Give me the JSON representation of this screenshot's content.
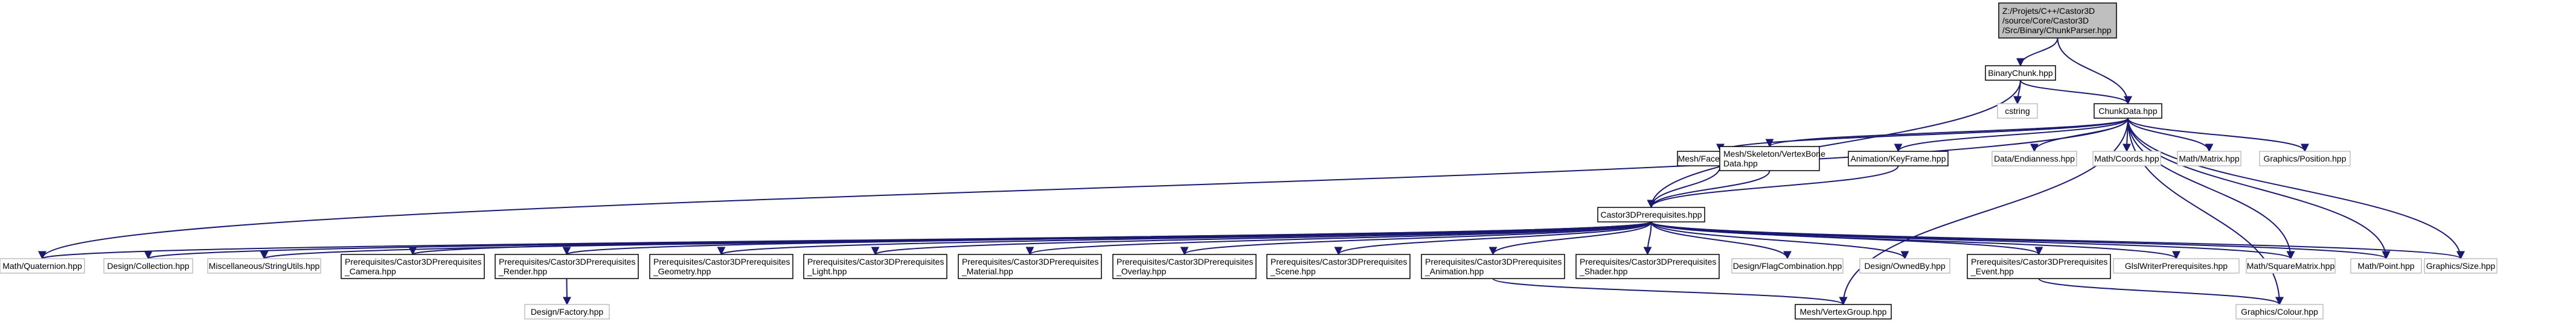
{
  "colors": {
    "edge": "#191970",
    "root_fill": "#bfbfbf",
    "node_border": "#000000",
    "external_border": "#bfbfbf"
  },
  "nodes": [
    {
      "id": "root",
      "lines": [
        "Z:/Projets/C++/Castor3D",
        "/source/Core/Castor3D",
        "/Src/Binary/ChunkParser.hpp"
      ],
      "kind": "root"
    },
    {
      "id": "binarychunk",
      "lines": [
        "BinaryChunk.hpp"
      ],
      "kind": "file"
    },
    {
      "id": "cstring",
      "lines": [
        "cstring"
      ],
      "kind": "external"
    },
    {
      "id": "chunkdata",
      "lines": [
        "ChunkData.hpp"
      ],
      "kind": "file"
    },
    {
      "id": "faceindices",
      "lines": [
        "Mesh/FaceIndices.hpp"
      ],
      "kind": "file"
    },
    {
      "id": "vertexbone",
      "lines": [
        "Mesh/Skeleton/VertexBone",
        "Data.hpp"
      ],
      "kind": "file"
    },
    {
      "id": "keyframe",
      "lines": [
        "Animation/KeyFrame.hpp"
      ],
      "kind": "file"
    },
    {
      "id": "endianness",
      "lines": [
        "Data/Endianness.hpp"
      ],
      "kind": "external"
    },
    {
      "id": "coords",
      "lines": [
        "Math/Coords.hpp"
      ],
      "kind": "external"
    },
    {
      "id": "matrix",
      "lines": [
        "Math/Matrix.hpp"
      ],
      "kind": "external"
    },
    {
      "id": "position",
      "lines": [
        "Graphics/Position.hpp"
      ],
      "kind": "external"
    },
    {
      "id": "prereq",
      "lines": [
        "Castor3DPrerequisites.hpp"
      ],
      "kind": "file"
    },
    {
      "id": "quaternion",
      "lines": [
        "Math/Quaternion.hpp"
      ],
      "kind": "external"
    },
    {
      "id": "collection",
      "lines": [
        "Design/Collection.hpp"
      ],
      "kind": "external"
    },
    {
      "id": "stringutils",
      "lines": [
        "Miscellaneous/StringUtils.hpp"
      ],
      "kind": "external"
    },
    {
      "id": "camera",
      "lines": [
        "Prerequisites/Castor3DPrerequisites",
        "_Camera.hpp"
      ],
      "kind": "file"
    },
    {
      "id": "render",
      "lines": [
        "Prerequisites/Castor3DPrerequisites",
        "_Render.hpp"
      ],
      "kind": "file"
    },
    {
      "id": "geometry",
      "lines": [
        "Prerequisites/Castor3DPrerequisites",
        "_Geometry.hpp"
      ],
      "kind": "file"
    },
    {
      "id": "light",
      "lines": [
        "Prerequisites/Castor3DPrerequisites",
        "_Light.hpp"
      ],
      "kind": "file"
    },
    {
      "id": "material",
      "lines": [
        "Prerequisites/Castor3DPrerequisites",
        "_Material.hpp"
      ],
      "kind": "file"
    },
    {
      "id": "overlay",
      "lines": [
        "Prerequisites/Castor3DPrerequisites",
        "_Overlay.hpp"
      ],
      "kind": "file"
    },
    {
      "id": "scene",
      "lines": [
        "Prerequisites/Castor3DPrerequisites",
        "_Scene.hpp"
      ],
      "kind": "file"
    },
    {
      "id": "animation",
      "lines": [
        "Prerequisites/Castor3DPrerequisites",
        "_Animation.hpp"
      ],
      "kind": "file"
    },
    {
      "id": "shader",
      "lines": [
        "Prerequisites/Castor3DPrerequisites",
        "_Shader.hpp"
      ],
      "kind": "file"
    },
    {
      "id": "flagcomb",
      "lines": [
        "Design/FlagCombination.hpp"
      ],
      "kind": "external"
    },
    {
      "id": "ownedby",
      "lines": [
        "Design/OwnedBy.hpp"
      ],
      "kind": "external"
    },
    {
      "id": "event",
      "lines": [
        "Prerequisites/Castor3DPrerequisites",
        "_Event.hpp"
      ],
      "kind": "file"
    },
    {
      "id": "glslwriter",
      "lines": [
        "GlslWriterPrerequisites.hpp"
      ],
      "kind": "external"
    },
    {
      "id": "squarematrix",
      "lines": [
        "Math/SquareMatrix.hpp"
      ],
      "kind": "external"
    },
    {
      "id": "point",
      "lines": [
        "Math/Point.hpp"
      ],
      "kind": "external"
    },
    {
      "id": "size",
      "lines": [
        "Graphics/Size.hpp"
      ],
      "kind": "external"
    },
    {
      "id": "factory",
      "lines": [
        "Design/Factory.hpp"
      ],
      "kind": "external"
    },
    {
      "id": "vertexgroup",
      "lines": [
        "Mesh/VertexGroup.hpp"
      ],
      "kind": "file"
    },
    {
      "id": "colour",
      "lines": [
        "Graphics/Colour.hpp"
      ],
      "kind": "external"
    }
  ],
  "edges": [
    [
      "root",
      "binarychunk"
    ],
    [
      "root",
      "chunkdata"
    ],
    [
      "binarychunk",
      "cstring"
    ],
    [
      "binarychunk",
      "chunkdata"
    ],
    [
      "binarychunk",
      "prereq"
    ],
    [
      "chunkdata",
      "faceindices"
    ],
    [
      "chunkdata",
      "vertexbone"
    ],
    [
      "chunkdata",
      "keyframe"
    ],
    [
      "chunkdata",
      "endianness"
    ],
    [
      "chunkdata",
      "coords"
    ],
    [
      "chunkdata",
      "matrix"
    ],
    [
      "chunkdata",
      "position"
    ],
    [
      "chunkdata",
      "quaternion"
    ],
    [
      "chunkdata",
      "squarematrix"
    ],
    [
      "chunkdata",
      "point"
    ],
    [
      "chunkdata",
      "size"
    ],
    [
      "chunkdata",
      "vertexgroup"
    ],
    [
      "chunkdata",
      "colour"
    ],
    [
      "faceindices",
      "prereq"
    ],
    [
      "vertexbone",
      "prereq"
    ],
    [
      "keyframe",
      "prereq"
    ],
    [
      "prereq",
      "quaternion"
    ],
    [
      "prereq",
      "collection"
    ],
    [
      "prereq",
      "stringutils"
    ],
    [
      "prereq",
      "camera"
    ],
    [
      "prereq",
      "render"
    ],
    [
      "prereq",
      "geometry"
    ],
    [
      "prereq",
      "light"
    ],
    [
      "prereq",
      "material"
    ],
    [
      "prereq",
      "overlay"
    ],
    [
      "prereq",
      "scene"
    ],
    [
      "prereq",
      "animation"
    ],
    [
      "prereq",
      "shader"
    ],
    [
      "prereq",
      "flagcomb"
    ],
    [
      "prereq",
      "ownedby"
    ],
    [
      "prereq",
      "event"
    ],
    [
      "prereq",
      "glslwriter"
    ],
    [
      "prereq",
      "squarematrix"
    ],
    [
      "prereq",
      "point"
    ],
    [
      "prereq",
      "size"
    ],
    [
      "render",
      "factory"
    ],
    [
      "animation",
      "vertexgroup"
    ],
    [
      "event",
      "colour"
    ]
  ]
}
